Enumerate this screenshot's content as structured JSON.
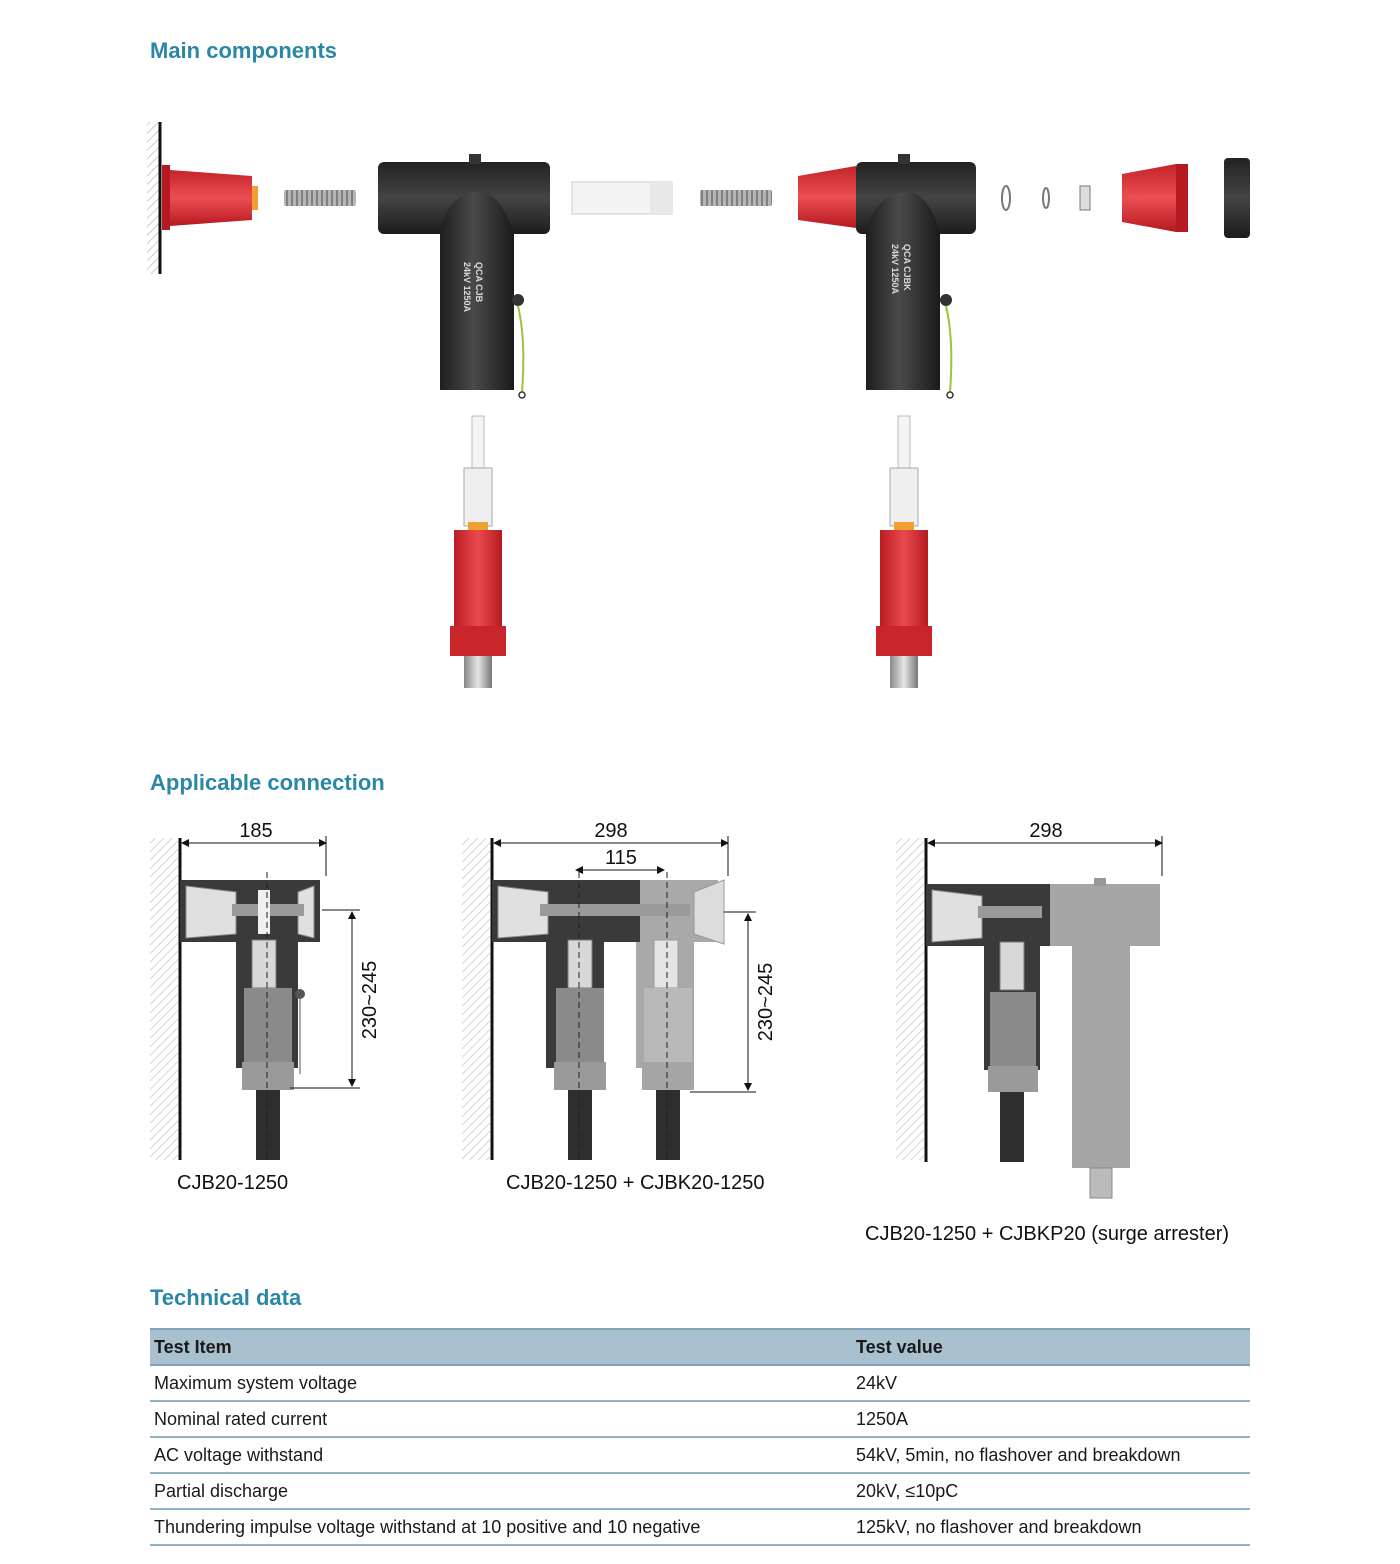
{
  "sections": {
    "main_components": "Main components",
    "applicable_connection": "Applicable connection",
    "technical_data": "Technical data"
  },
  "connections": [
    {
      "label": "CJB20-1250",
      "width_dim": "185",
      "height_dim": "230~245"
    },
    {
      "label": "CJB20-1250 + CJBK20-1250",
      "width_dim": "298",
      "inner_dim": "115",
      "height_dim": "230~245"
    },
    {
      "label": "CJB20-1250 + CJBKP20 (surge arrester)",
      "width_dim": "298"
    }
  ],
  "component_markings": {
    "left": [
      "QCA CJB",
      "24kV 1250A"
    ],
    "right": [
      "QCA CJBK",
      "24kV 1250A"
    ]
  },
  "colors": {
    "accent": "#2b87a8",
    "connector_body": "#2c2c2c",
    "stress_cone": "#d9262c",
    "table_header": "#a9c0ce"
  },
  "table": {
    "headers": [
      "Test Item",
      "Test value"
    ],
    "rows": [
      [
        "Maximum system voltage",
        "24kV"
      ],
      [
        "Nominal rated current",
        "1250A"
      ],
      [
        "AC voltage withstand",
        "54kV, 5min, no flashover and breakdown"
      ],
      [
        "Partial discharge",
        "20kV, ≤10pC"
      ],
      [
        "Thundering impulse voltage withstand at 10 positive and 10 negative",
        "125kV, no flashover and breakdown"
      ]
    ]
  }
}
